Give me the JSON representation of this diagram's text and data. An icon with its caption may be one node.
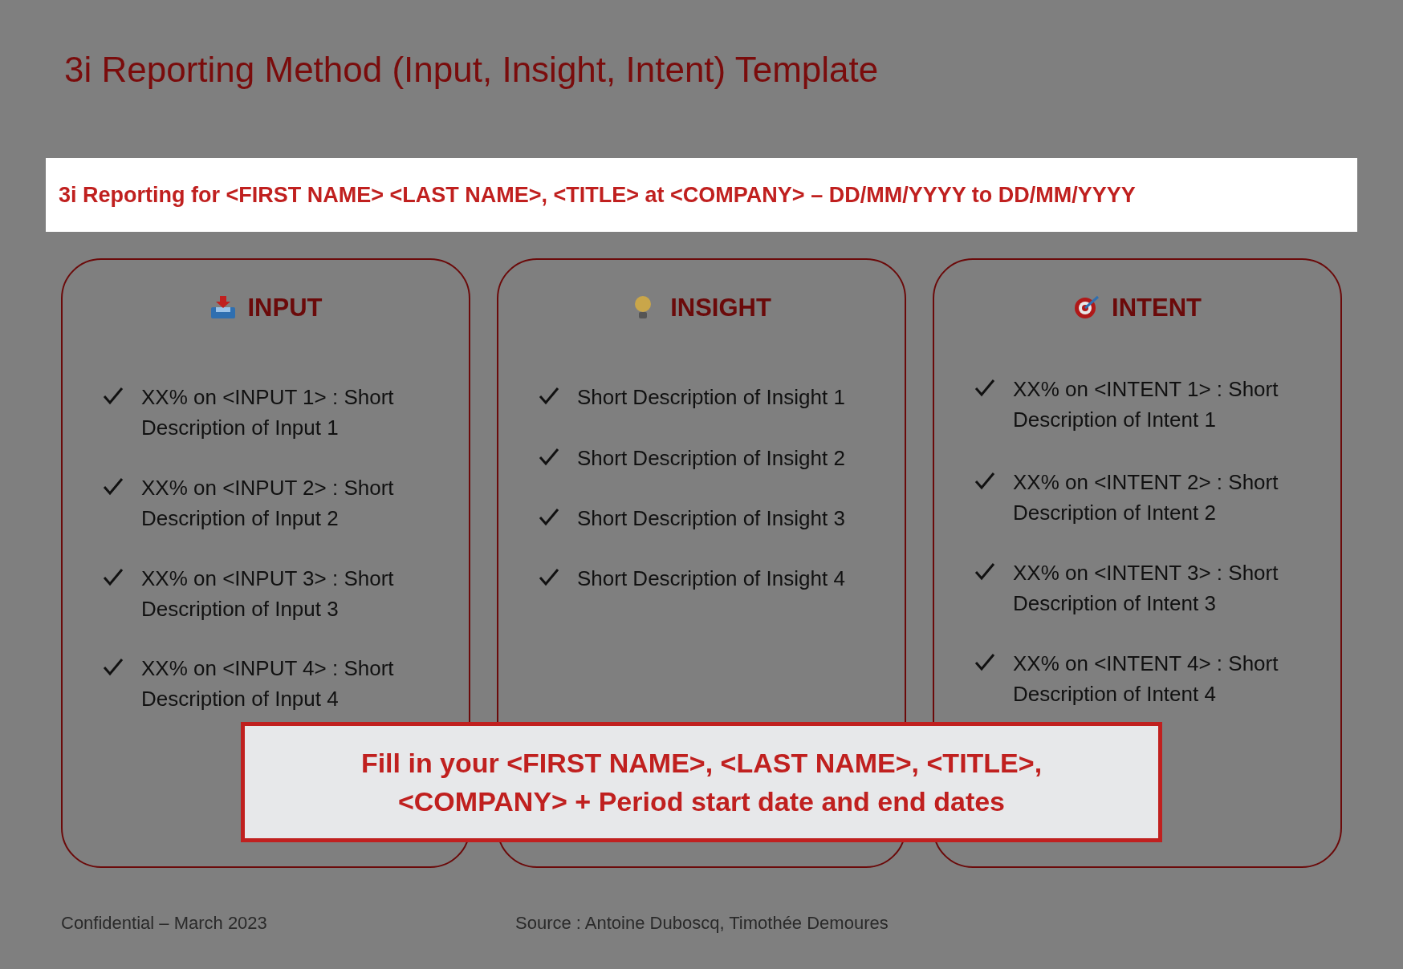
{
  "diagram": {
    "title": "3i Reporting Method (Input, Insight, Intent) Template",
    "nodes": [
      {
        "text": [
          "3i Reporting for <FIRST NAME> <LAST NAME>, <TITLE> at <COMPANY> – DD/MM/YYYY to DD/MM/YYYY"
        ]
      },
      {
        "text": [
          "INPUT",
          "XX% on <INPUT 1> : Short Description of Input 1",
          "XX% on <INPUT 2> : Short Description of Input 2",
          "XX% on <INPUT 3> : Short Description of Input 3",
          "XX% on <INPUT 4> : Short Description of Input 4"
        ]
      },
      {
        "text": [
          "INSIGHT",
          "Short Description of Insight 1",
          "Short Description of Insight 2",
          "Short Description of Insight 3",
          "Short Description of Insight 4"
        ]
      },
      {
        "text": [
          "INTENT",
          "XX% on <INTENT 1> : Short Description of Intent 1",
          "XX% on <INTENT 2> : Short Description of Intent 2",
          "XX% on <INTENT 3> : Short Description of Intent 3",
          "XX% on <INTENT 4> : Short Description of Intent 4"
        ]
      },
      {
        "text": [
          "Fill in your <FIRST NAME>, <LAST NAME>, <TITLE>, <COMPANY> + Period start date and end dates"
        ]
      }
    ],
    "labels": [
      "Confidential – March 2023",
      "Source : Antoine Duboscq, Timothée Demoures"
    ]
  }
}
